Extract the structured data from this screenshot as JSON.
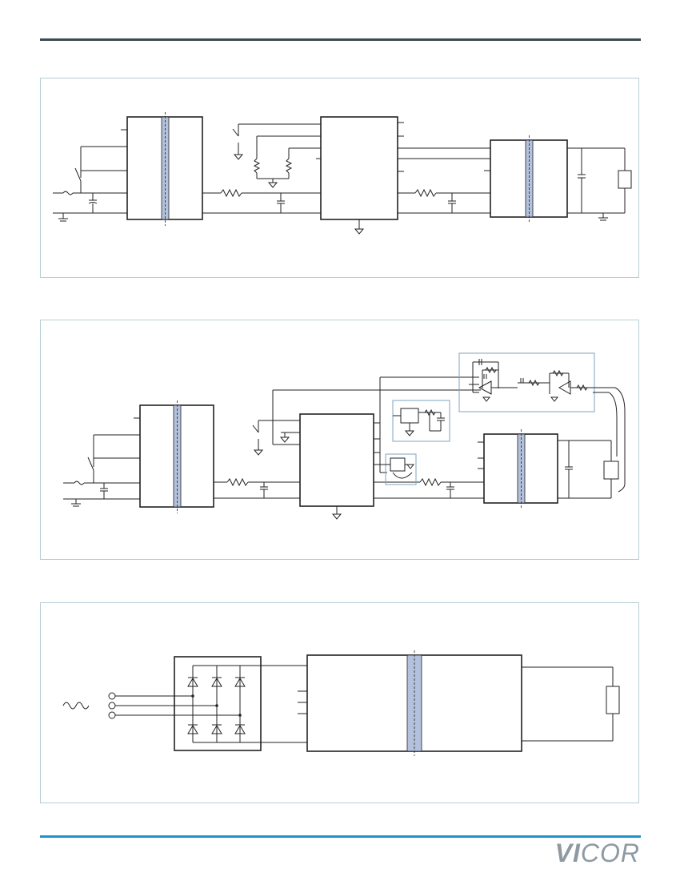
{
  "brand": {
    "logo_bold": "VI",
    "logo_light": "COR"
  },
  "colors": {
    "header_rule": "#3d4a52",
    "footer_rule": "#1e93c9",
    "panel_border": "#b8cdd6",
    "isolation_bar": "#b3c1dc",
    "logo": "#8e9aa3"
  },
  "figures": [
    {
      "name": "circuit-diagram-1"
    },
    {
      "name": "circuit-diagram-2"
    },
    {
      "name": "circuit-diagram-3"
    }
  ]
}
